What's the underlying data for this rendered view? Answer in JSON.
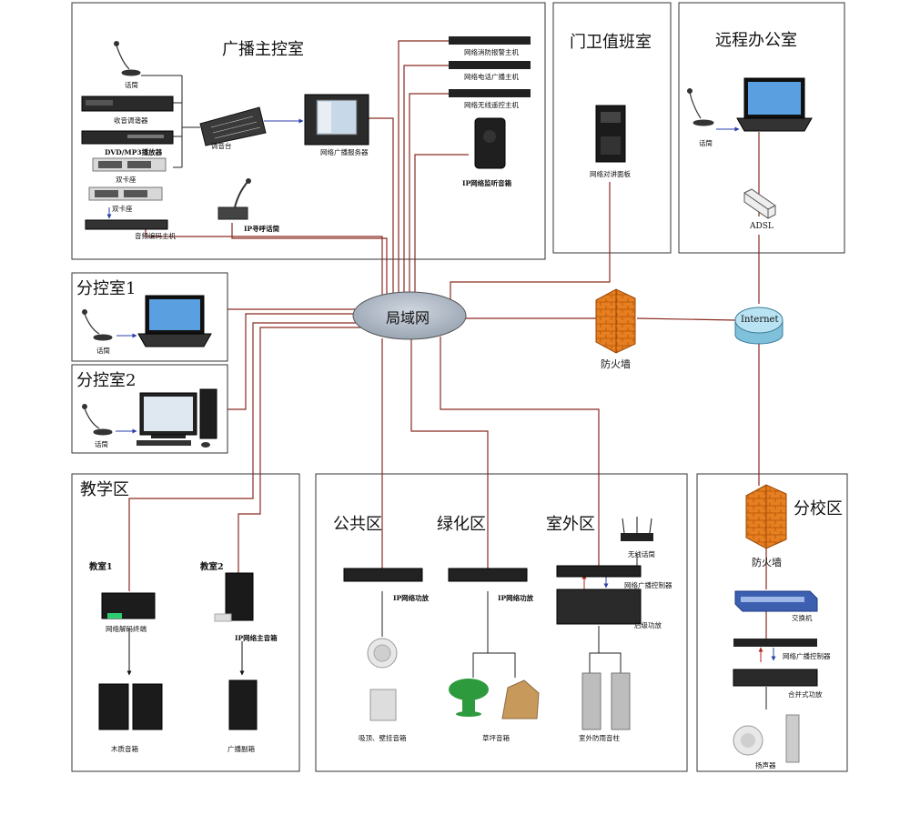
{
  "rooms": {
    "main_control": "广播主控室",
    "guard": "门卫值班室",
    "remote_office": "远程办公室",
    "sub1": "分控室1",
    "sub2": "分控室2",
    "teaching": "教学区",
    "public": "公共区",
    "green": "绿化区",
    "outdoor": "室外区",
    "branch": "分校区"
  },
  "network": {
    "lan": "局域网",
    "internet": "Internet",
    "adsl": "ADSL",
    "firewall": "防火墙",
    "firewall_branch": "防火墙"
  },
  "devices": {
    "mic_main": "话筒",
    "tuner": "收音调谐器",
    "dvd": "DVD/MP3播放器",
    "dual_deck1": "双卡座",
    "dual_deck2": "双卡座",
    "encoder": "音频编码主机",
    "mixer": "调音台",
    "server": "网络广播服务器",
    "ip_paging_mic": "IP寻呼话筒",
    "fire_alarm_host": "网络消防报警主机",
    "phone_host": "网络电话广播主机",
    "wireless_host": "网络无线遥控主机",
    "monitor_speaker": "IP网络监听音箱",
    "intercom_panel": "网络对讲面板",
    "mic_remote": "话筒",
    "mic_sub1": "话筒",
    "mic_sub2": "话筒",
    "classroom1": "教室1",
    "classroom2": "教室2",
    "decoder": "网络解码终端",
    "ip_main_speaker": "IP网络主音箱",
    "wood_speaker": "木质音箱",
    "sub_speaker": "广播副箱",
    "amp_public": "IP网络功放",
    "amp_green": "IP网络功放",
    "ceiling_speaker": "吸顶、壁挂音箱",
    "lawn_speaker": "草坪音箱",
    "wireless_mic": "无线话筒",
    "bc_controller_out": "网络广播控制器",
    "rear_amp": "后级功放",
    "outdoor_column": "室外防雨音柱",
    "switch": "交换机",
    "bc_controller_branch": "网络广播控制器",
    "merge_amp": "合并式功放",
    "loudspeaker": "扬声器"
  },
  "colors": {
    "link": "#8a2a22",
    "blue_link": "#2b3fa8",
    "lan_fill": "#a9b4c2",
    "internet_fill": "#a8d8ea",
    "firewall": "#e67e22"
  }
}
